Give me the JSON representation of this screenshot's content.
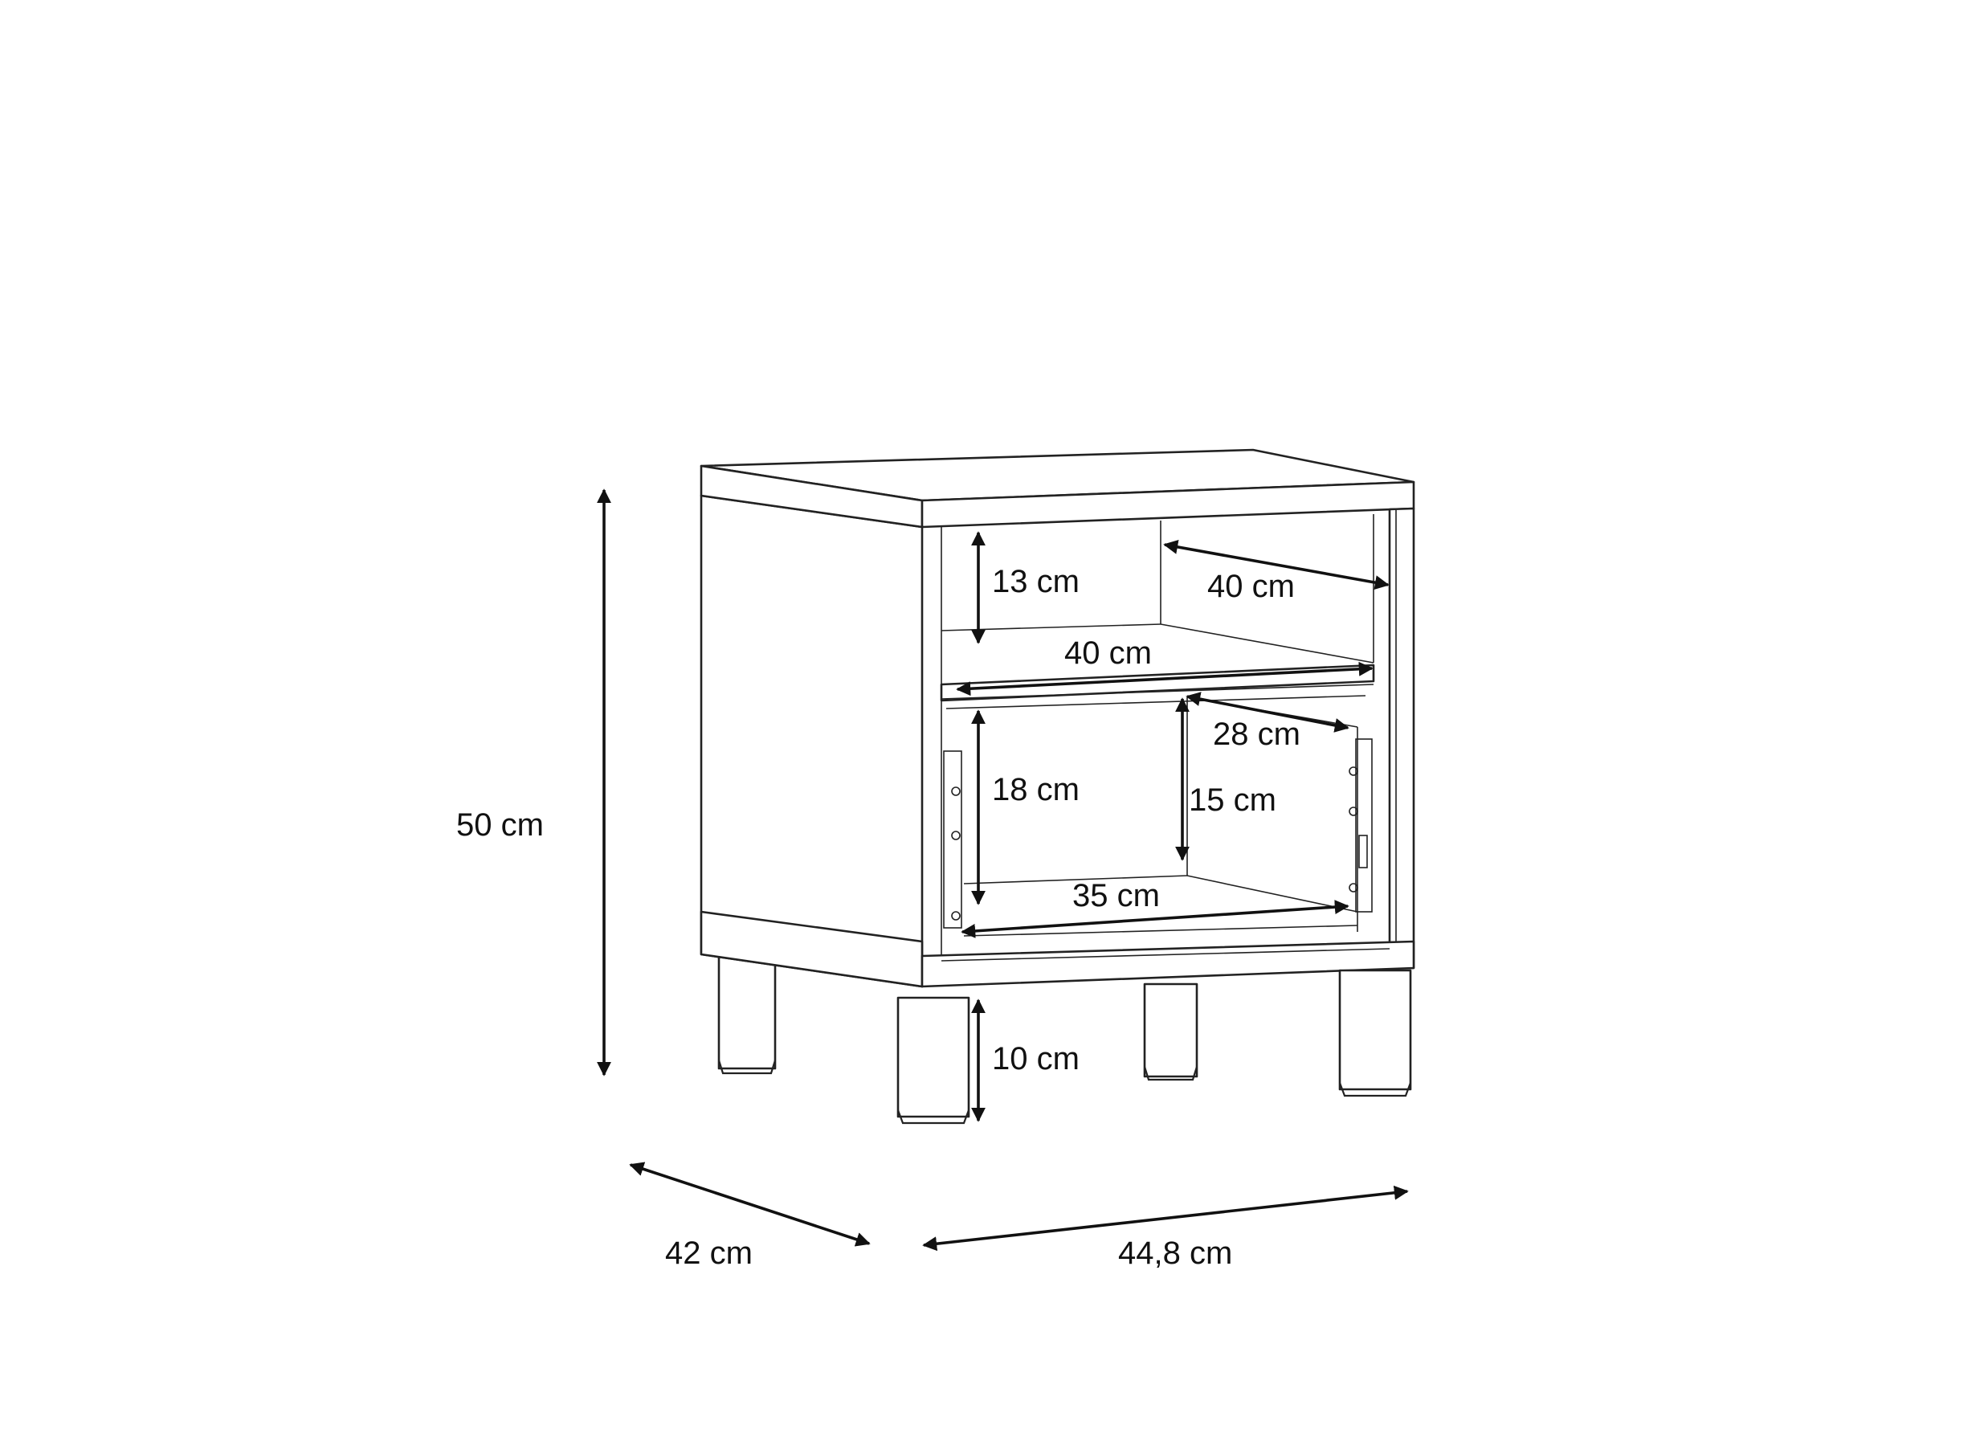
{
  "dimensions": {
    "total_height": "50 cm",
    "depth": "42 cm",
    "width": "44,8 cm",
    "shelf_height": "13 cm",
    "shelf_depth": "40 cm",
    "shelf_width": "40 cm",
    "drawer_front_height": "18 cm",
    "drawer_inner_height": "15 cm",
    "drawer_depth": "28 cm",
    "drawer_width": "35 cm",
    "leg_height": "10 cm"
  },
  "colors": {
    "line": "#222222",
    "background": "#ffffff"
  }
}
